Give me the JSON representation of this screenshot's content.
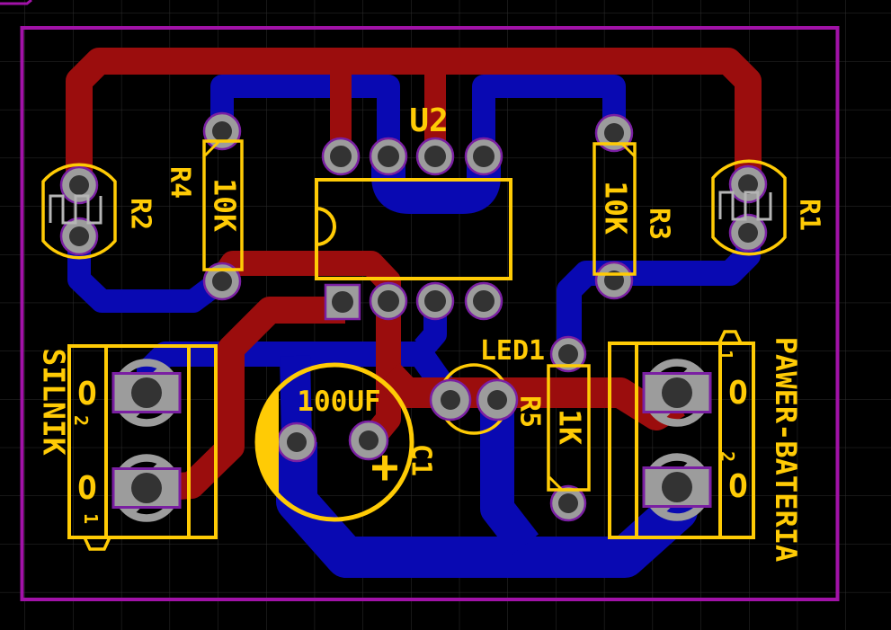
{
  "colors": {
    "background": "#000000",
    "grid": "#2e2e2e",
    "board_outline": "#a112a7",
    "top_copper": "#9b0d0d",
    "bottom_copper": "#0909b2",
    "silkscreen": "#ffcb05",
    "pad": "#9c9c9c",
    "pad_ring": "#7a1fa2",
    "drill_hole": "#333333",
    "ldr_symbol": "#b5b5b5"
  },
  "components": {
    "u2": {
      "ref": "U2"
    },
    "r1": {
      "ref": "R1"
    },
    "r2": {
      "ref": "R2"
    },
    "r3": {
      "ref": "R3",
      "value": "10K"
    },
    "r4": {
      "ref": "R4",
      "value": "10K"
    },
    "r5": {
      "ref": "R5",
      "value": "1K"
    },
    "c1": {
      "ref": "C1",
      "value": "100UF",
      "polarity": "+"
    },
    "led1": {
      "ref": "LED1"
    },
    "motor_header": {
      "ref": "SILNIK",
      "pin1": "1",
      "pin2": "2",
      "pin1_symbol": "O",
      "pin2_symbol": "O"
    },
    "battery_header": {
      "ref": "PAWER-BATERIA",
      "pin1": "1",
      "pin2": "2",
      "pin1_symbol": "O",
      "pin2_symbol": "O"
    }
  }
}
